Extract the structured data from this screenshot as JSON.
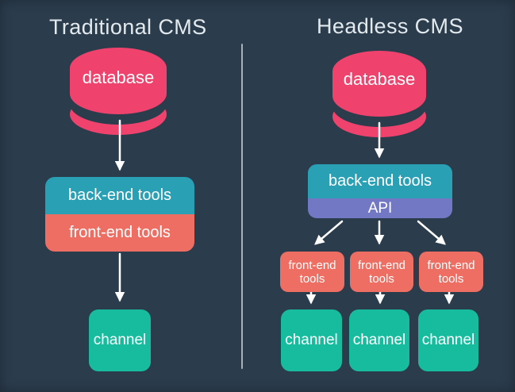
{
  "colors": {
    "background": "#2b3c4d",
    "pink": "#ef436d",
    "teal": "#2aa0b5",
    "salmon": "#ee6e63",
    "green": "#17bc9e",
    "purple": "#7278c3",
    "divider": "#a6b1ba",
    "heading_text": "#e3eaee",
    "label_text": "#ffffff"
  },
  "left_panel": {
    "title": "Traditional CMS",
    "database_label": "database",
    "backend_label": "back-end tools",
    "frontend_label": "front-end tools",
    "channel_label": "channel"
  },
  "right_panel": {
    "title": "Headless CMS",
    "database_label": "database",
    "backend_label": "back-end tools",
    "api_label": "API",
    "frontend_labels": [
      "front-end tools",
      "front-end tools",
      "front-end tools"
    ],
    "channel_labels": [
      "channel",
      "channel",
      "channel"
    ]
  }
}
